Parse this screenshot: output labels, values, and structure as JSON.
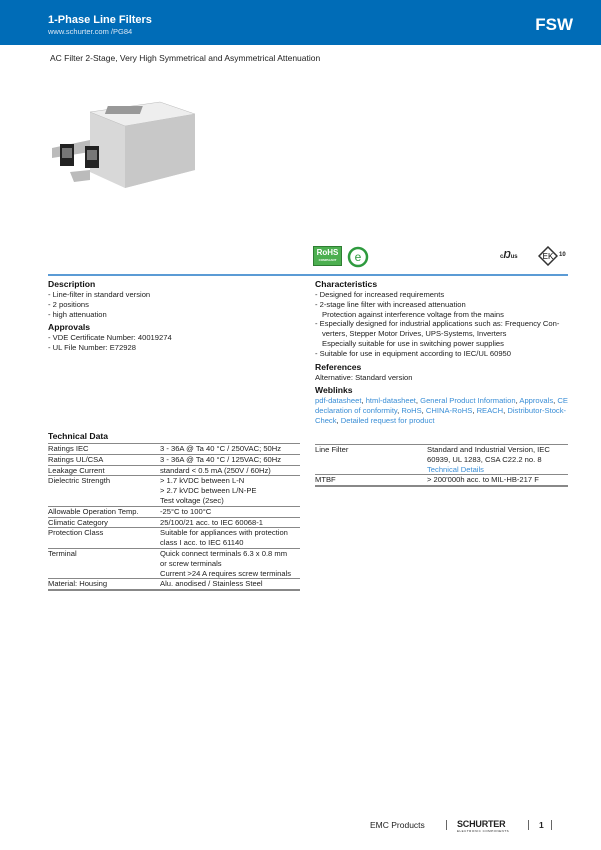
{
  "header": {
    "title": "1-Phase Line Filters",
    "url": "www.schurter.com /PG84",
    "code": "FSW"
  },
  "subtitle": "AC Filter 2-Stage, Very High Symmetrical and Asymmetrical Attenuation",
  "logos": {
    "rohs": "RoHS",
    "rohs_sub": "COMPLIANT",
    "ul_c": "c",
    "ul_us": "us",
    "enec": "10"
  },
  "description": {
    "title": "Description",
    "items": [
      "- Line-filter in standard version",
      "- 2 positions",
      "- high attenuation"
    ]
  },
  "approvals": {
    "title": "Approvals",
    "items": [
      "- VDE Certificate Number:  40019274",
      "- UL File Number:  E72928"
    ]
  },
  "characteristics": {
    "title": "Characteristics",
    "lines": [
      "- Designed for increased requirements",
      "- 2-stage line filter with increased attenuation",
      "Protection against interference voltage from the mains",
      "- Especially designed for industrial applications such as: Frequency Con-",
      "verters, Stepper Motor Drives, UPS-Systems, Inverters",
      "Especially suitable for use in switching power supplies",
      "- Suitable for use in equipment according to IEC/UL 60950"
    ]
  },
  "references": {
    "title": "References",
    "text": "Alternative: Standard version"
  },
  "weblinks": {
    "title": "Weblinks",
    "links": [
      "pdf-datasheet",
      "html-datasheet",
      "General Product Information",
      "Approvals",
      "CE declaration of conformity",
      "RoHS",
      "CHINA-RoHS",
      "REACH",
      "Distributor-Stock-Check",
      "Detailed request for product"
    ]
  },
  "technical": {
    "title": "Technical Data",
    "rows": [
      {
        "k": "Ratings IEC",
        "v": [
          "3 - 36A @ Ta 40 °C / 250VAC; 50Hz"
        ]
      },
      {
        "k": "Ratings UL/CSA",
        "v": [
          "3 - 36A @ Ta 40 °C / 125VAC; 60Hz"
        ]
      },
      {
        "k": "Leakage Current",
        "v": [
          "standard < 0.5 mA (250V / 60Hz)"
        ]
      },
      {
        "k": "Dielectric Strength",
        "v": [
          "> 1.7 kVDC between L-N",
          "> 2.7 kVDC between L/N-PE",
          "Test voltage (2sec)"
        ]
      },
      {
        "k": "Allowable Operation Temp.",
        "v": [
          "-25°C to 100°C"
        ]
      },
      {
        "k": "Climatic Category",
        "v": [
          "25/100/21 acc. to IEC 60068-1"
        ]
      },
      {
        "k": "Protection Class",
        "v": [
          "Suitable for appliances with protection",
          "class I acc. to IEC 61140"
        ]
      },
      {
        "k": "Terminal",
        "v": [
          "Quick connect terminals 6.3 x 0.8 mm",
          "or screw terminals",
          "Current >24 A requires screw terminals"
        ]
      },
      {
        "k": "Material: Housing",
        "v": [
          "Alu. anodised / Stainless Steel"
        ]
      }
    ],
    "right_rows": [
      {
        "k": "Line Filter",
        "v": [
          "Standard and Industrial Version, IEC",
          "60939, UL 1283, CSA C22.2 no. 8"
        ],
        "link": "Technical Details"
      },
      {
        "k": "MTBF",
        "v": [
          "> 200'000h acc. to MIL-HB-217 F"
        ]
      }
    ]
  },
  "footer": {
    "category": "EMC Products",
    "brand": "SCHURTER",
    "brand_sub": "ELECTRONIC COMPONENTS",
    "page": "1"
  }
}
